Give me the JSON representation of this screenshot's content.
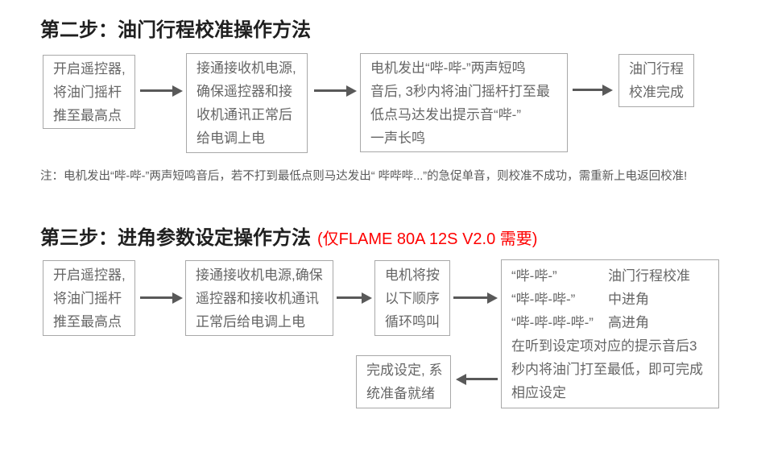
{
  "colors": {
    "background": "#ffffff",
    "title_text": "#1f1f1f",
    "body_text": "#666666",
    "box_border": "#a8a8a8",
    "arrow": "#595959",
    "highlight_red": "#fe0000"
  },
  "step2": {
    "title": "第二步：油门行程校准操作方法",
    "flow": {
      "box1_lines": [
        "开启遥控器,",
        "将油门摇杆",
        "推至最高点"
      ],
      "box2_lines": [
        "接通接收机电源,",
        "确保遥控器和接",
        "收机通讯正常后",
        "给电调上电"
      ],
      "box3_lines": [
        "电机发出“哔-哔-”两声短鸣",
        "音后, 3秒内将油门摇杆打至最",
        "低点马达发出提示音“哔-”",
        "一声长鸣"
      ],
      "box4_lines": [
        "油门行程",
        "校准完成"
      ]
    },
    "note": "注：电机发出“哔-哔-”两声短鸣音后，若不打到最低点则马达发出“ 哔哔哔...”的急促单音，则校准不成功，需重新上电返回校准!"
  },
  "step3": {
    "title": "第三步：进角参数设定操作方法",
    "title_highlight": "(仅FLAME 80A 12S V2.0 需要)",
    "flow": {
      "box1_lines": [
        "开启遥控器,",
        "将油门摇杆",
        "推至最高点"
      ],
      "box2_lines": [
        "接通接收机电源,确保",
        "遥控器和接收机通讯",
        "正常后给电调上电"
      ],
      "box3_lines": [
        "电机将按",
        "以下顺序",
        "循环鸣叫"
      ],
      "beep_box": {
        "rows": [
          {
            "beeps": "“哔-哔-”",
            "label": "油门行程校准"
          },
          {
            "beeps": "“哔-哔-哔-”",
            "label": "中进角"
          },
          {
            "beeps": "“哔-哔-哔-哔-”",
            "label": "高进角"
          }
        ],
        "instruction_lines": [
          "在听到设定项对应的提示音后3",
          "秒内将油门打至最低，即可完成",
          "相应设定"
        ]
      },
      "done_box_lines": [
        "完成设定, 系",
        "统准备就绪"
      ]
    }
  }
}
